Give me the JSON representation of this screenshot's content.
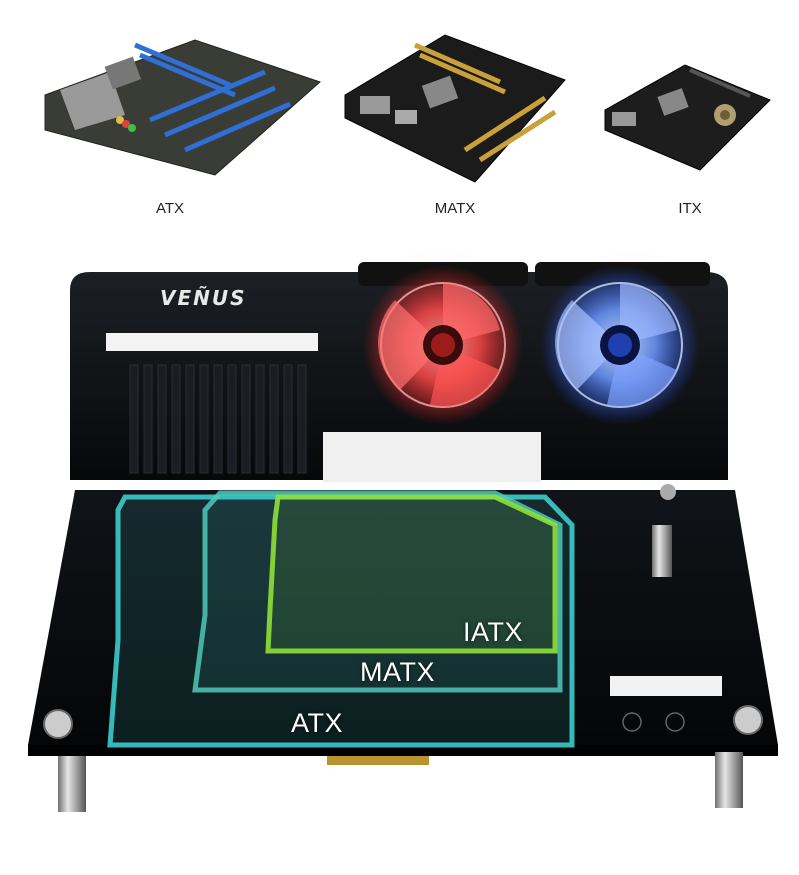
{
  "board_captions": [
    "ATX",
    "MATX",
    "ITX"
  ],
  "brand_logo": "VEÑUS",
  "zone_labels": {
    "iatx": "IATX",
    "matx": "MATX",
    "atx": "ATX"
  },
  "colors": {
    "background": "#ffffff",
    "acrylic": "#0d0f12",
    "atx_outline": "#3fd6d6",
    "matx_outline": "#4ec9b8",
    "iatx_outline": "#8fe03a",
    "fan_red": "#ff4040",
    "fan_blue": "#4080ff",
    "pcb_green": "#1f3a2a",
    "pcb_black": "#1b1b1b"
  }
}
